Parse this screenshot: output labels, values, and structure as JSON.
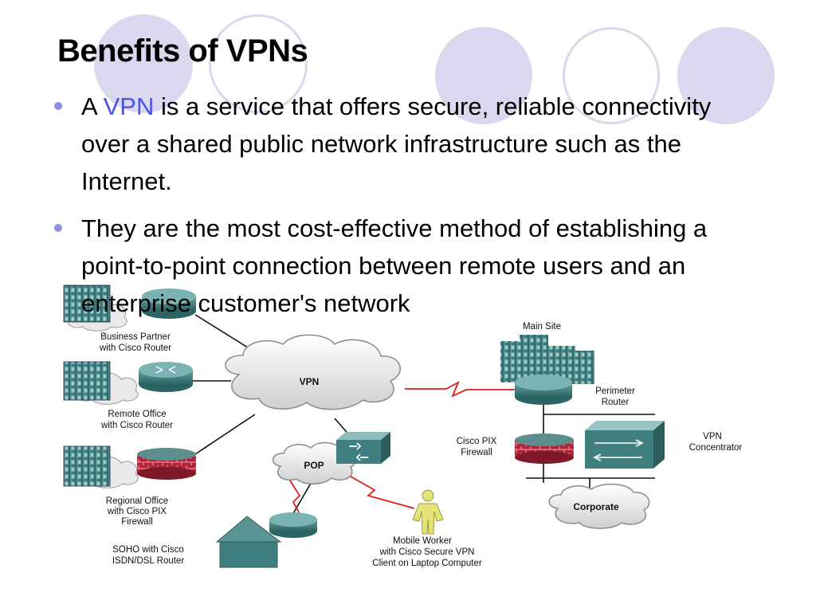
{
  "slide": {
    "title": "Benefits of VPNs",
    "bullet1": {
      "prefix": "A ",
      "link": "VPN",
      "rest": " is a service that offers secure, reliable connectivity over a shared public network infrastructure such as the Internet."
    },
    "bullet2": {
      "text": "They are the most cost-effective method of establishing a point-to-point connection between remote users and an enterprise customer's network"
    }
  },
  "diagram": {
    "labels": {
      "business_partner": [
        "Business Partner",
        "with Cisco Router"
      ],
      "remote_office": [
        "Remote Office",
        "with Cisco Router"
      ],
      "regional_office": [
        "Regional Office",
        "with Cisco PIX",
        "Firewall"
      ],
      "soho": [
        "SOHO with Cisco",
        "ISDN/DSL Router"
      ],
      "mobile_worker": [
        "Mobile Worker",
        "with Cisco Secure VPN",
        "Client on Laptop Computer"
      ],
      "main_site": "Main Site",
      "perimeter_router": [
        "Perimeter",
        "Router"
      ],
      "pix_firewall": [
        "Cisco PIX",
        "Firewall"
      ],
      "vpn_concentrator": [
        "VPN",
        "Concentrator"
      ],
      "vpn_cloud": "VPN",
      "pop_cloud": "POP",
      "corporate_cloud": "Corporate"
    }
  },
  "colors": {
    "accent": "#4a55e6",
    "bullet": "#8f8fe0",
    "decor": "#d9d8ee",
    "device": "#3f7f7f",
    "serial_link": "#e21b1b"
  }
}
